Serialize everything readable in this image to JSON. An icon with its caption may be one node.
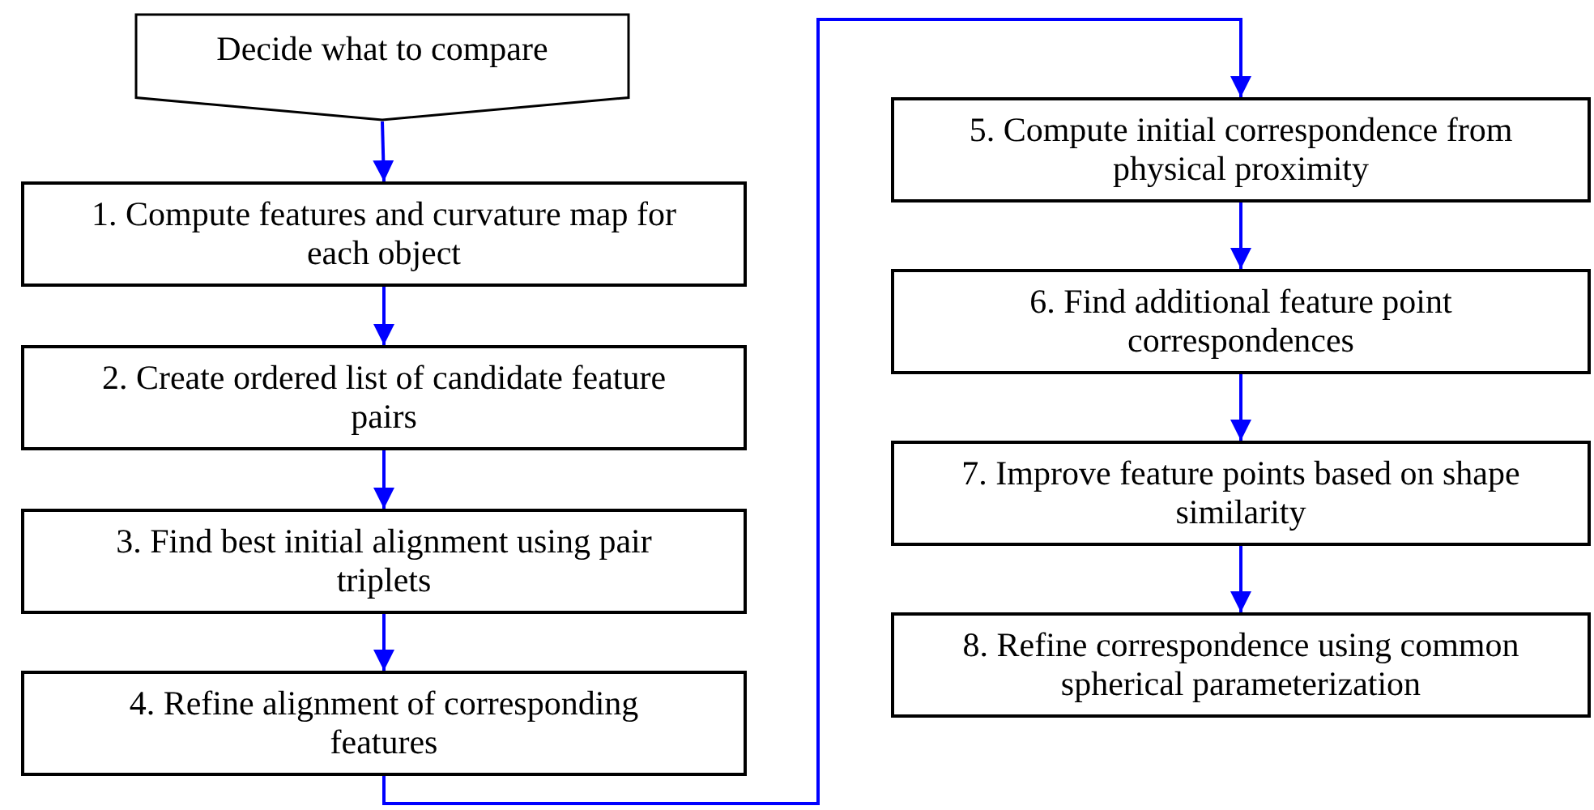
{
  "diagram": {
    "nodes": [
      {
        "text": [
          "Decide what to compare"
        ]
      },
      {
        "text": [
          "1. Compute features and curvature map for each object"
        ]
      },
      {
        "text": [
          "2. Create ordered list of candidate feature pairs"
        ]
      },
      {
        "text": [
          "3. Find best initial alignment using pair triplets"
        ]
      },
      {
        "text": [
          "4. Refine alignment of corresponding features"
        ]
      },
      {
        "text": [
          "5. Compute initial correspondence from physical proximity"
        ]
      },
      {
        "text": [
          "6. Find additional feature point correspondences"
        ]
      },
      {
        "text": [
          "7. Improve feature points based on shape similarity"
        ]
      },
      {
        "text": [
          "8. Refine correspondence using common spherical parameterization"
        ]
      }
    ],
    "edges": [
      {
        "from": 0,
        "to": 1,
        "arrow": "to"
      },
      {
        "from": 1,
        "to": 2,
        "arrow": "to"
      },
      {
        "from": 2,
        "to": 3,
        "arrow": "to"
      },
      {
        "from": 3,
        "to": 4,
        "arrow": "to"
      },
      {
        "from": 4,
        "to": 5,
        "arrow": "to"
      },
      {
        "from": 5,
        "to": 6,
        "arrow": "to"
      },
      {
        "from": 6,
        "to": 7,
        "arrow": "to"
      },
      {
        "from": 7,
        "to": 8,
        "arrow": "to"
      }
    ]
  }
}
